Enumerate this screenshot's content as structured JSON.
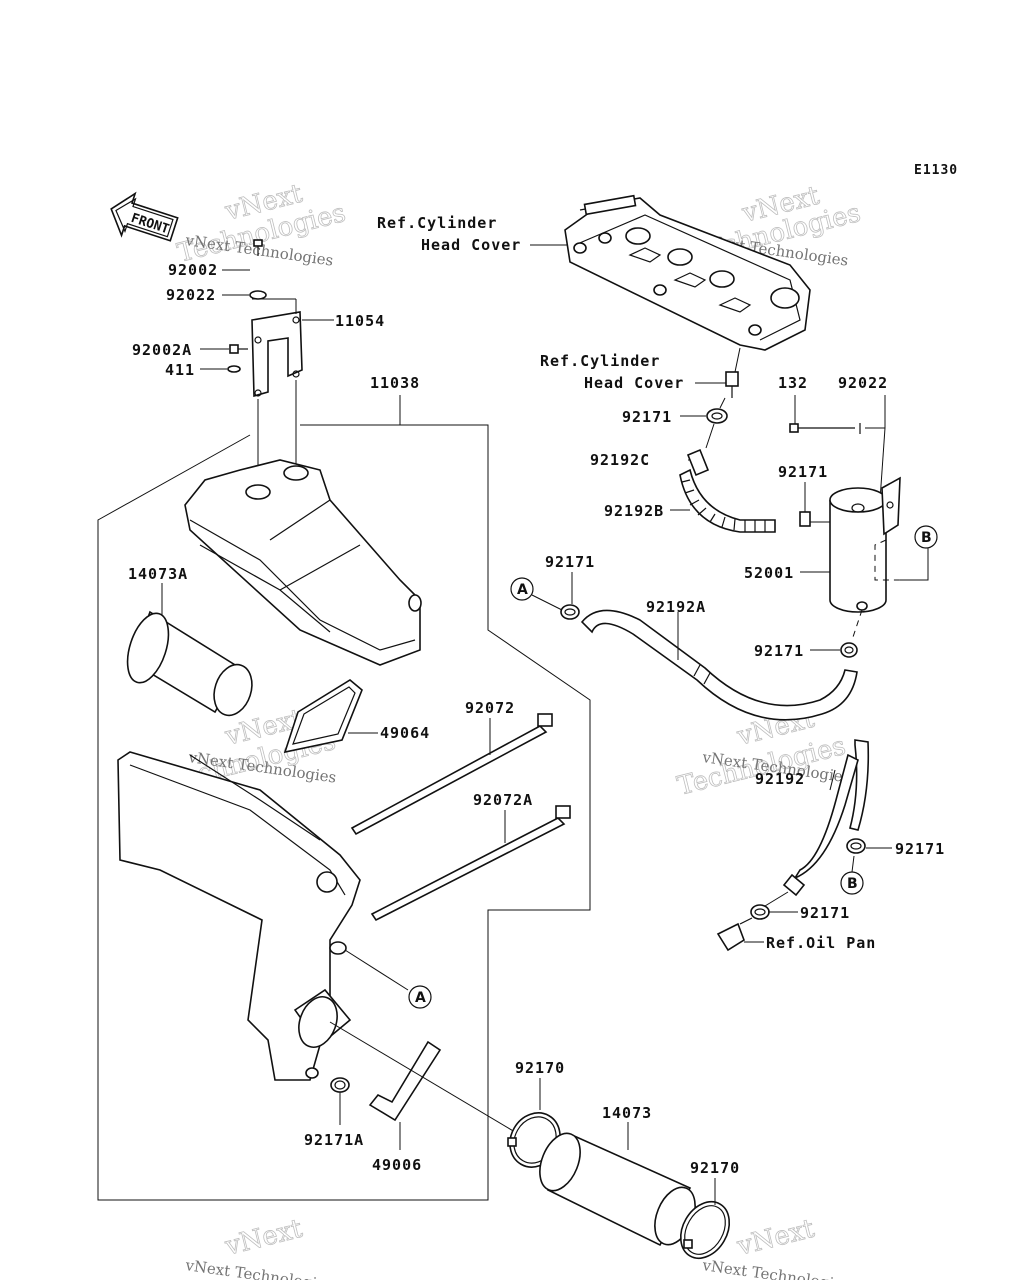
{
  "diagram_code": "E1130",
  "front_label": "FRONT",
  "watermark": {
    "line1": "vNext",
    "line2": "Technologies",
    "caption": "vNext Technologies"
  },
  "callouts": {
    "A": "A",
    "B": "B"
  },
  "labels": {
    "p92002": "92002",
    "p92022_left": "92022",
    "p92002A": "92002A",
    "p411": "411",
    "p11054": "11054",
    "p11038": "11038",
    "p14073A": "14073A",
    "p49064": "49064",
    "p92072": "92072",
    "p92072A": "92072A",
    "p92171A": "92171A",
    "p49006": "49006",
    "p92170_a": "92170",
    "p14073": "14073",
    "p92170_b": "92170",
    "ref_head_cover_1a": "Ref.Cylinder",
    "ref_head_cover_1b": "Head Cover",
    "ref_head_cover_2a": "Ref.Cylinder",
    "ref_head_cover_2b": "Head Cover",
    "p92171_1": "92171",
    "p92192C": "92192C",
    "p92192B": "92192B",
    "p132": "132",
    "p92022_right": "92022",
    "p92171_2": "92171",
    "p52001": "52001",
    "p92171_3": "92171",
    "p92192A": "92192A",
    "p92171_4": "92171",
    "p92192": "92192",
    "p92171_5": "92171",
    "p92171_6": "92171",
    "ref_oil_pan": "Ref.Oil Pan"
  }
}
